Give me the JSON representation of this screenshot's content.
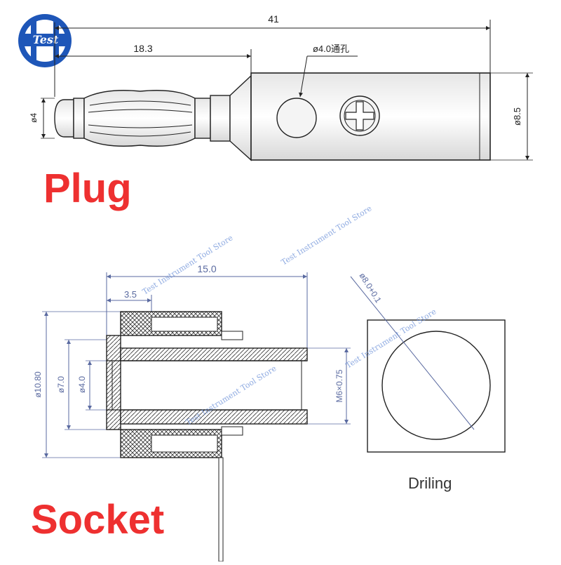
{
  "logo": {
    "text": "Test",
    "color": "#1e56b8"
  },
  "plug": {
    "title": "Plug",
    "dim_overall": "41",
    "dim_pin": "18.3",
    "dim_hole": "ø4.0通孔",
    "dim_pin_dia": "ø4",
    "dim_body_dia": "ø8.5"
  },
  "socket": {
    "title": "Socket",
    "dim_length": "15.0",
    "dim_flange": "3.5",
    "dim_outer": "ø10.80",
    "dim_mid": "ø7.0",
    "dim_bore": "ø4.0",
    "dim_thread": "M6×0.75"
  },
  "drilling": {
    "label": "Driling",
    "dim_hole": "ø8.0+0.1"
  },
  "watermark": "Test Instrument Tool Store",
  "colors": {
    "title": "#ee3030",
    "line": "#222222",
    "dim_blue": "#5a6aa0",
    "watermark": "#6a8fd8"
  }
}
